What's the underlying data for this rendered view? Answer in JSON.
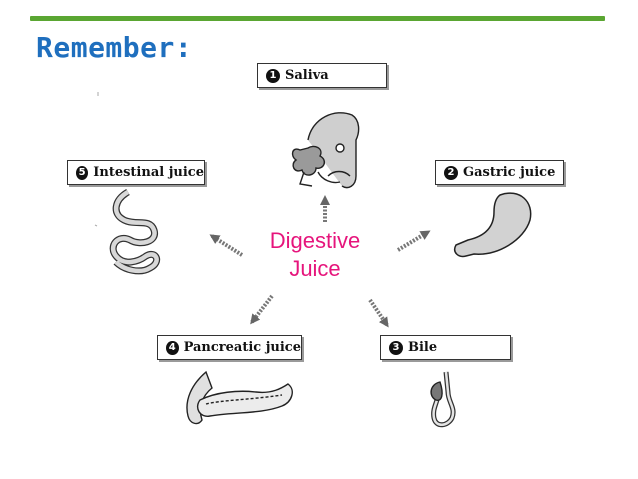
{
  "slide": {
    "title": "Remember:"
  },
  "center": {
    "line1": "Digestive",
    "line2": "Juice"
  },
  "labels": [
    {
      "num": "1",
      "text": "Saliva"
    },
    {
      "num": "2",
      "text": "Gastric juice"
    },
    {
      "num": "3",
      "text": "Bile"
    },
    {
      "num": "4",
      "text": "Pancreatic juice"
    },
    {
      "num": "5",
      "text": "Intestinal juice"
    }
  ],
  "colors": {
    "accent_bar": "#5aa632",
    "title": "#1f6fbe",
    "center_text": "#e6157c"
  }
}
